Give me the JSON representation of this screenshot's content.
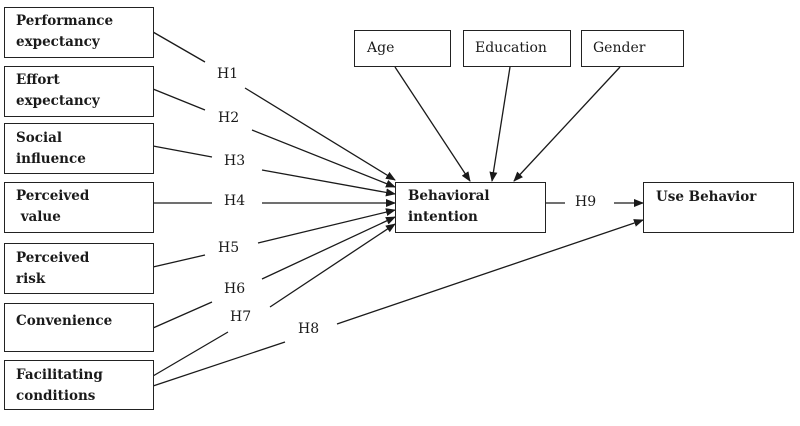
{
  "diagram": {
    "type": "research-model",
    "constructs": {
      "performance_expectancy": "Performance\nexpectancy",
      "effort_expectancy": "Effort\nexpectancy",
      "social_influence": "Social\ninfluence",
      "perceived_value": "Perceived\n value",
      "perceived_risk": "Perceived\nrisk",
      "convenience": "Convenience",
      "facilitating_conditions": "Facilitating\nconditions",
      "behavioral_intention": "Behavioral\nintention",
      "use_behavior": "Use Behavior"
    },
    "moderators": {
      "age": "Age",
      "education": "Education",
      "gender": "Gender"
    },
    "hypotheses": {
      "h1": "H1",
      "h2": "H2",
      "h3": "H3",
      "h4": "H4",
      "h5": "H5",
      "h6": "H6",
      "h7": "H7",
      "h8": "H8",
      "h9": "H9"
    },
    "edges": [
      {
        "from": "Performance expectancy",
        "to": "Behavioral intention",
        "label": "H1"
      },
      {
        "from": "Effort expectancy",
        "to": "Behavioral intention",
        "label": "H2"
      },
      {
        "from": "Social influence",
        "to": "Behavioral intention",
        "label": "H3"
      },
      {
        "from": "Perceived value",
        "to": "Behavioral intention",
        "label": "H4"
      },
      {
        "from": "Perceived risk",
        "to": "Behavioral intention",
        "label": "H5"
      },
      {
        "from": "Convenience",
        "to": "Behavioral intention",
        "label": "H6"
      },
      {
        "from": "Facilitating conditions",
        "to": "Behavioral intention",
        "label": "H7"
      },
      {
        "from": "Facilitating conditions",
        "to": "Use Behavior",
        "label": "H8"
      },
      {
        "from": "Behavioral intention",
        "to": "Use Behavior",
        "label": "H9"
      },
      {
        "from": "Age",
        "to": "Behavioral intention",
        "label": ""
      },
      {
        "from": "Education",
        "to": "Behavioral intention",
        "label": ""
      },
      {
        "from": "Gender",
        "to": "Behavioral intention",
        "label": ""
      }
    ],
    "colors": {
      "line": "#1a1a1a",
      "background": "#ffffff"
    }
  }
}
